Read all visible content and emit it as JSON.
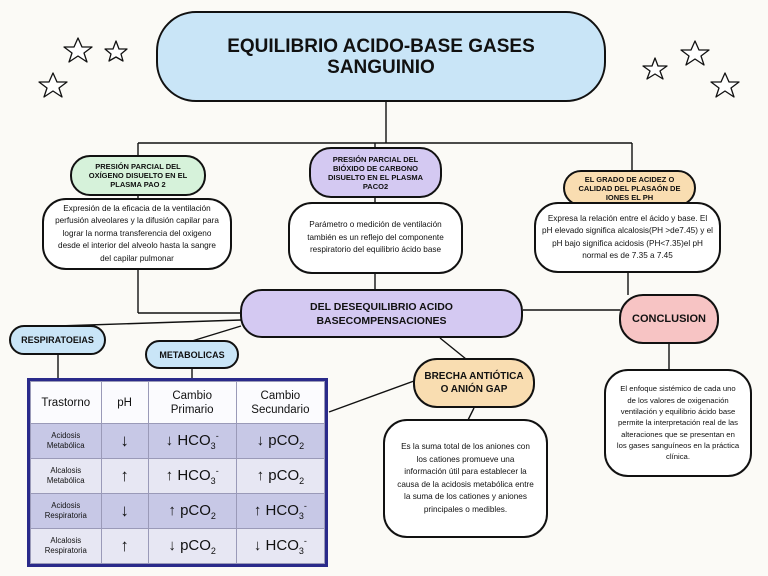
{
  "title": "EQUILIBRIO ACIDO-BASE GASES SANGUINIO",
  "nodes": {
    "pao2": {
      "heading": "PRESIÓN PARCIAL DEL OXÍGENO DISUELTO EN EL PLASMA PAO 2",
      "text": "Expresión de la eficacia de la ventilación perfusión alveolares y la difusión capilar para lograr la norma transferencia del oxigeno desde el interior del alveolo hasta la sangre del capilar pulmonar"
    },
    "paco2": {
      "heading": "PRESIÓN PARCIAL DEL BIÓXIDO DE CARBONO DISUELTO EN EL PLASMA PACO2",
      "text": "Parámetro o medición de ventilación también es un reflejo del componente respiratorio del equilibrio ácido base"
    },
    "ph": {
      "heading": "EL GRADO DE ACIDEZ O CALIDAD DEL PLASAÓN DE IONES EL PH",
      "text": "Expresa la relación entre el ácido y base. El pH elevado significa alcalosis(PH >de7.45) y el pH bajo significa acidosis (PH<7.35)el pH normal es de 7.35 a 7.45"
    },
    "central": "DEL DESEQUILIBRIO ACIDO BASECOMPENSACIONES",
    "conclusion": {
      "heading": "CONCLUSION",
      "text": "El enfoque sistémico de cada uno de los valores de oxigenación ventilación y equilibrio ácido base permite la interpretación real de las alteraciones que se presentan en los gases sanguíneos en la práctica clínica."
    },
    "respiratorias": "RESPIRATOEIAS",
    "metabolicas": "METABOLICAS",
    "brecha": {
      "heading": "BRECHA ANTIÓTICA O ANIÓN GAP",
      "text": "Es la suma total de los aniones con los cationes promueve una información útil para establecer la causa de la acidosis metabólica entre la suma de los cationes y aniones principales o medibles."
    }
  },
  "table": {
    "headers": [
      "Trastorno",
      "pH",
      "Cambio Primario",
      "Cambio Secundario"
    ],
    "rows": [
      {
        "trastorno": "Acidosis Metabólica",
        "ph": "↓",
        "primario": "↓ HCO3-",
        "secundario": "↓ pCO2"
      },
      {
        "trastorno": "Alcalosis Metabólica",
        "ph": "↑",
        "primario": "↑ HCO3-",
        "secundario": "↑ pCO2"
      },
      {
        "trastorno": "Acidosis Respiratoria",
        "ph": "↓",
        "primario": "↑ pCO2",
        "secundario": "↑ HCO3-"
      },
      {
        "trastorno": "Alcalosis Respiratoria",
        "ph": "↑",
        "primario": "↓ pCO2",
        "secundario": "↓ HCO3-"
      }
    ]
  },
  "colors": {
    "blue": "#c9e5f7",
    "green": "#d6f2da",
    "lavender": "#d4c9f2",
    "peach": "#f9ddb1",
    "pink": "#f7c4c4",
    "table_border": "#2a2a8a"
  }
}
